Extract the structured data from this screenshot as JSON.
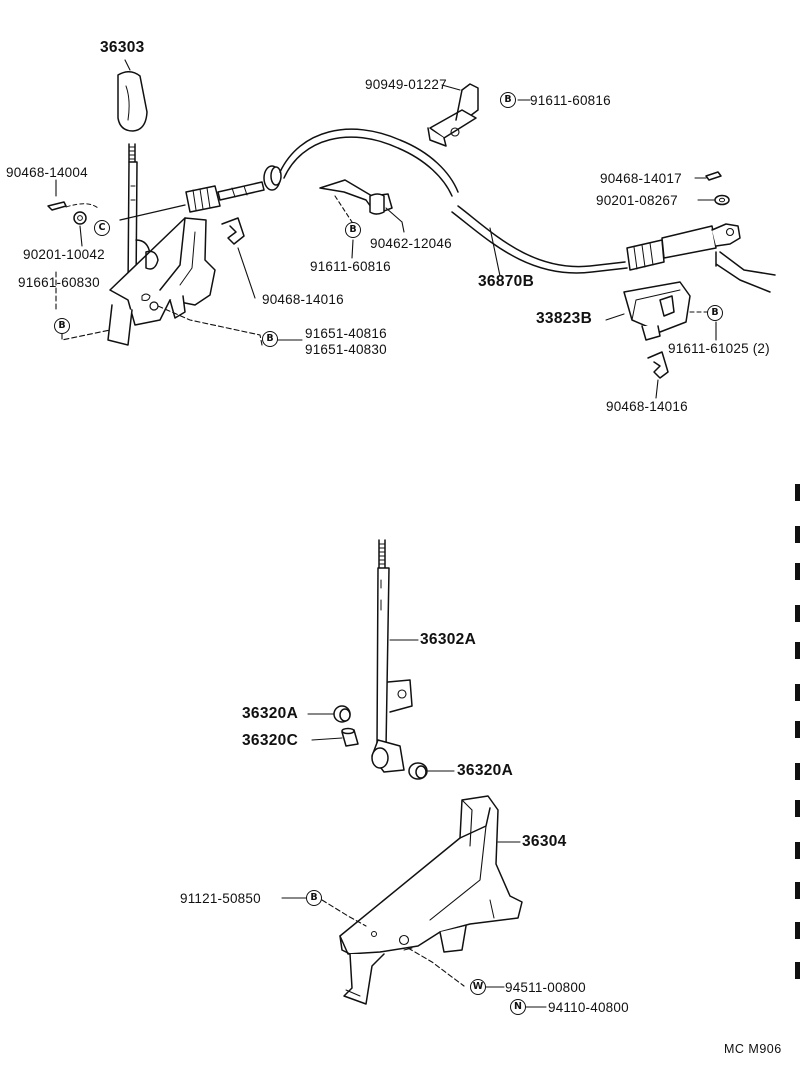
{
  "part_labels": {
    "p36303": "36303",
    "p90949_01227": "90949-01227",
    "p91611_60816_top": "91611-60816",
    "p90468_14004": "90468-14004",
    "p90201_10042": "90201-10042",
    "p91661_60830": "91661-60830",
    "p90468_14016_left": "90468-14016",
    "p91651_40816": "91651-40816",
    "p91651_40830": "91651-40830",
    "p90462_12046": "90462-12046",
    "p91611_60816_mid": "91611-60816",
    "p36870B": "36870B",
    "p90468_14017": "90468-14017",
    "p90201_08267": "90201-08267",
    "p33823B": "33823B",
    "p91611_61025": "91611-61025 (2)",
    "p90468_14016_right": "90468-14016",
    "p36302A": "36302A",
    "p36320A_left": "36320A",
    "p36320C": "36320C",
    "p36320A_right": "36320A",
    "p36304": "36304",
    "p91121_50850": "91121-50850",
    "p94511_00800": "94511-00800",
    "p94110_40800": "94110-40800"
  },
  "markers": {
    "b": "B",
    "c": "C",
    "w": "W",
    "n": "N"
  },
  "footer": {
    "code": "MC  M906"
  },
  "colors": {
    "ink": "#111111",
    "paper": "#ffffff"
  }
}
